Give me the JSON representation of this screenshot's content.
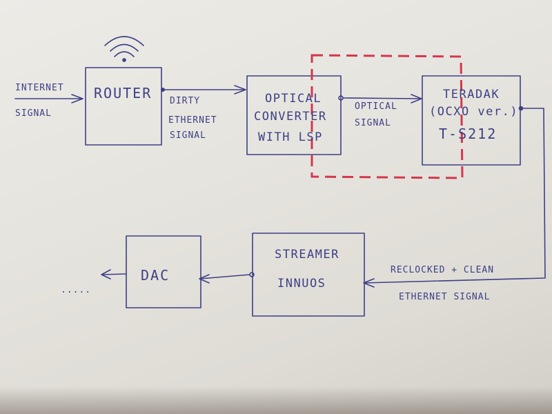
{
  "diagram": {
    "nodes": {
      "router": {
        "label": "ROUTER"
      },
      "optical_converter": {
        "line1": "OPTICAL",
        "line2": "CONVERTER",
        "line3": "WITH LSP"
      },
      "teradak": {
        "line1": "TERADAK",
        "line2": "(OCXO ver.)",
        "line3": "T-S212"
      },
      "streamer": {
        "line1": "STREAMER",
        "line2": "INNUOS"
      },
      "dac": {
        "label": "DAC"
      }
    },
    "edges": {
      "internet_in": {
        "line1": "INTERNET",
        "line2": "SIGNAL"
      },
      "router_to_converter": {
        "line1": "DIRTY",
        "line2": "ETHERNET",
        "line3": "SIGNAL"
      },
      "converter_to_teradak": {
        "line1": "OPTICAL",
        "line2": "SIGNAL"
      },
      "teradak_to_streamer": {
        "line1": "RECLOCKED + CLEAN",
        "line2": "ETHERNET SIGNAL"
      },
      "dac_out": {
        "label": "....."
      }
    },
    "colors": {
      "ink": "#3d3f86",
      "dashed_outline": "#d2374e"
    }
  }
}
